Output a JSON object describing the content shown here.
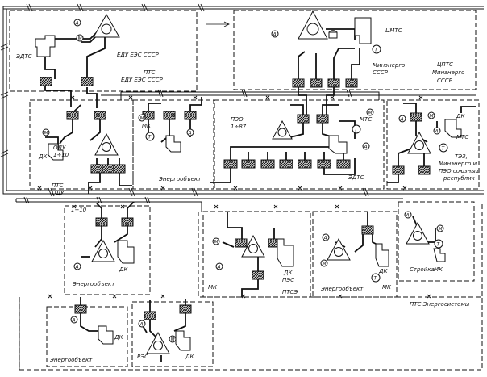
{
  "labels": {
    "edts": "ЭДТС",
    "edu_ees": "ЕДУ ЕЭС СССР",
    "pts_edu_l1": "ПТС",
    "pts_edu_l2": "ЕДУ ЕЭС СССР",
    "tsmts": "ЦМТС",
    "minenergo": "Минэнерго",
    "minenergo_sssr": "СССР",
    "tspts_l1": "ЦПТС",
    "tspts_l2": "Минэнерго",
    "tspts_l3": "СССР",
    "odu": "ОДУ",
    "odu_count": "1÷10",
    "dk1": "ДК",
    "pts_odu_l1": "ПТС",
    "pts_odu_l2": "ОДУ",
    "mk1": "МК",
    "energoobjekt1": "Энергообъект",
    "peo": "ПЭО",
    "peo_count": "1÷87",
    "mts1": "МТС",
    "edts2": "ЭДТС",
    "dk2": "ДК",
    "mts2": "МТС",
    "tez_l1": "ТЭЗ,",
    "tez_l2": "Минэнерго и",
    "tez_l3": "ПЭО союзных",
    "tez_l4": "республик",
    "odu_range": "1÷10",
    "dk3": "ДК",
    "energoobjekt2": "Энергообъект",
    "mk2": "МК",
    "dk4": "ДК",
    "pes": "ПЭС",
    "ptsz": "ПТСЭ",
    "dk5": "ДК",
    "mk3": "МК",
    "energoobjekt3": "Энергообъект",
    "mk4": "МК",
    "stroika": "Стройка",
    "pts_energosistemy": "ПТС Энергосистемы",
    "dk6": "ДК",
    "energoobjekt4": "Энергообъект",
    "res": "РЭС",
    "dk7": "ДК"
  }
}
